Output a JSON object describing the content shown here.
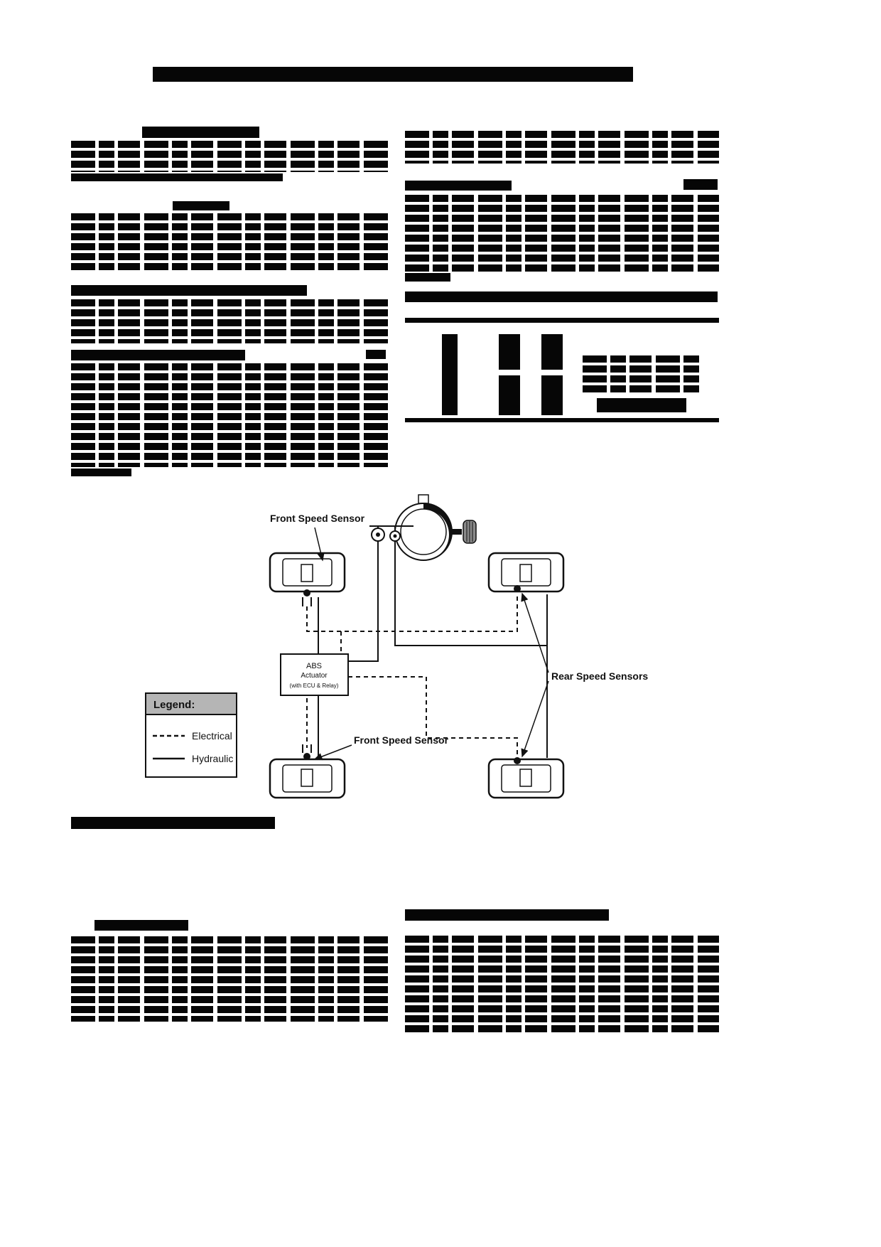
{
  "page": {
    "paper_color": "#ffffff",
    "ink_color": "#060606"
  },
  "diagram": {
    "front_speed_sensor_top_label": "Front Speed Sensor",
    "front_speed_sensor_bottom_label": "Front Speed Sensor",
    "rear_speed_sensors_label": "Rear Speed Sensors",
    "abs_actuator": {
      "line1": "ABS",
      "line2": "Actuator",
      "line3": "(with ECU & Relay)"
    },
    "legend": {
      "title": "Legend:",
      "items": [
        {
          "label": "Electrical",
          "line_style": "dashed"
        },
        {
          "label": "Hydraulic",
          "line_style": "solid"
        }
      ],
      "header_color": "#b5b5b5"
    }
  }
}
